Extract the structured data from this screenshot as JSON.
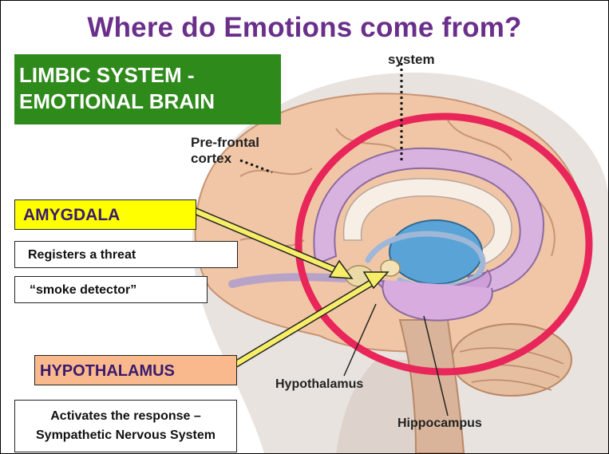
{
  "title": "Where do Emotions come from?",
  "limbic_box": {
    "line1": "LIMBIC SYSTEM -",
    "line2": "EMOTIONAL BRAIN"
  },
  "amygdala_label": "AMYGDALA",
  "amygdala_role": "Registers a threat",
  "amygdala_nickname": "“smoke detector”",
  "hypothalamus_label": "HYPOTHALAMUS",
  "hypothalamus_role": {
    "line1": "Activates the response –",
    "line2": "Sympathetic Nervous System"
  },
  "diagram_labels": {
    "system": "system",
    "prefrontal_line1": "Pre-frontal",
    "prefrontal_line2": "cortex",
    "hypothalamus": "Hypothalamus",
    "hippocampus": "Hippocampus"
  },
  "colors": {
    "title": "#6a2f8a",
    "limbic_box": "#2f8a1c",
    "amygdala_box": "#ffff00",
    "hypothalamus_box": "#f9b98d",
    "highlight_circle": "#e8265a",
    "arrows": "#f5ee66"
  }
}
